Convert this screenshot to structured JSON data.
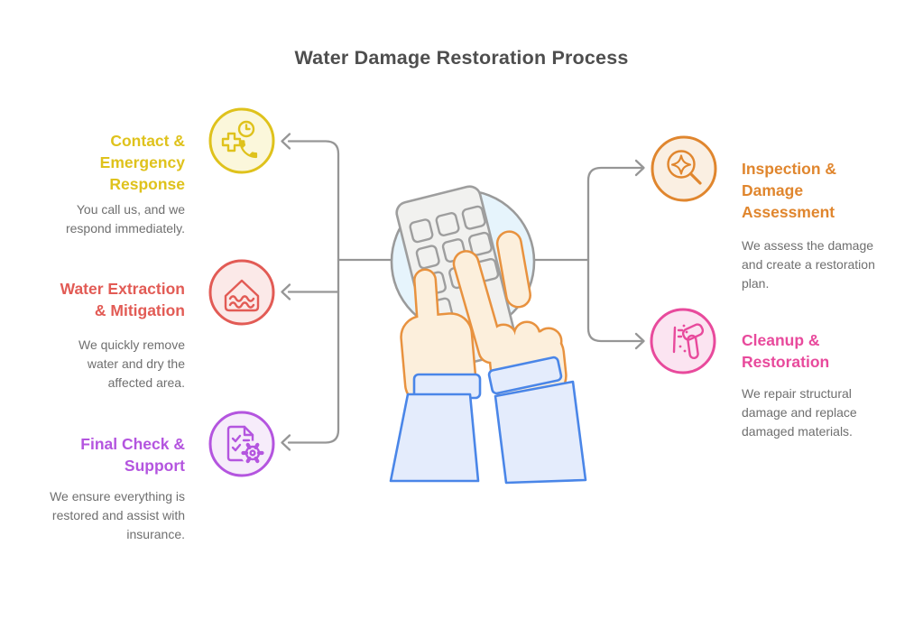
{
  "title": "Water Damage Restoration Process",
  "steps": [
    {
      "heading": "Contact &\nEmergency\nResponse",
      "description": "You call us, and we\nrespond immediately.",
      "icon": "emergency-call-icon",
      "side": "left",
      "color": "#dfc21c"
    },
    {
      "heading": "Water Extraction\n& Mitigation",
      "description": "We quickly remove\nwater and dry the\naffected area.",
      "icon": "flooded-house-icon",
      "side": "left",
      "color": "#e25b55"
    },
    {
      "heading": "Final Check &\nSupport",
      "description": "We ensure everything is\nrestored and assist with\ninsurance.",
      "icon": "checklist-gear-icon",
      "side": "left",
      "color": "#b455df"
    },
    {
      "heading": "Inspection &\nDamage\nAssessment",
      "description": "We assess the damage\nand create a restoration\nplan.",
      "icon": "magnifier-sparkle-icon",
      "side": "right",
      "color": "#e0862e"
    },
    {
      "heading": "Cleanup &\nRestoration",
      "description": "We repair structural\ndamage and replace\ndamaged materials.",
      "icon": "hammer-sparkles-icon",
      "side": "right",
      "color": "#e84a9c"
    }
  ],
  "palette": {
    "title_text": "#4e4e4e",
    "body_text": "#6f6f6f",
    "connector": "#969696",
    "yellow": "#dfc21c",
    "yellow_tint": "#fbf7db",
    "red": "#e25b55",
    "red_tint": "#fbe9e8",
    "purple": "#b455df",
    "purple_tint": "#f6ecfa",
    "orange": "#e0862e",
    "orange_tint": "#faefe2",
    "pink": "#e84a9c",
    "pink_tint": "#fbe4f1",
    "skin": "#fcefdc",
    "skin_stroke": "#e8923f",
    "sleeve": "#e4ecfc",
    "sleeve_stroke": "#4a86e8",
    "phone": "#f1f1ef",
    "phone_stroke": "#9e9e9e",
    "circle_fill": "#e6f4fc",
    "circle_stroke": "#9a9a9a"
  }
}
